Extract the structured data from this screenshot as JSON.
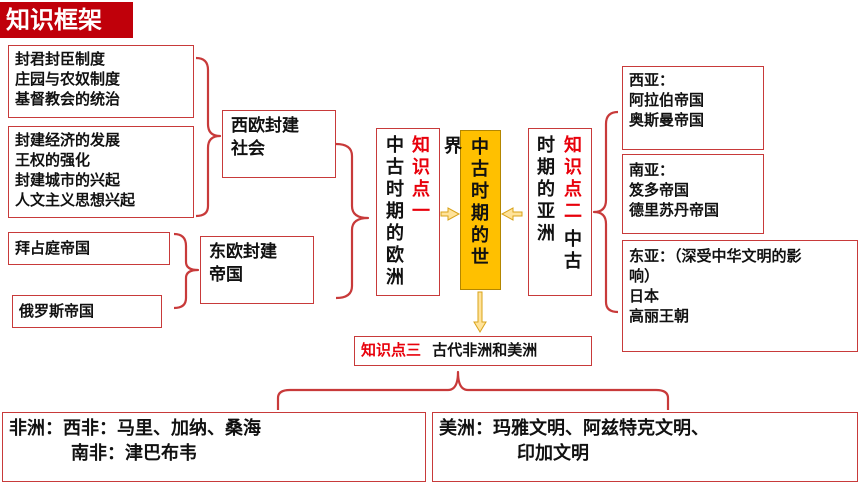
{
  "title": "知识框架",
  "left": {
    "group1": [
      "封君封臣制度",
      "庄园与农奴制度",
      "基督教会的统治"
    ],
    "group2": [
      "封建经济的发展",
      "王权的强化",
      "封建城市的兴起",
      "人文主义思想兴起"
    ],
    "byzantine": "拜占庭帝国",
    "russia": "俄罗斯帝国",
    "western": [
      "西欧封建",
      "社会"
    ],
    "eastern": [
      "东欧封建",
      "帝国"
    ]
  },
  "knowledge1": {
    "label": "知识点一",
    "topic": "中古时期的欧洲"
  },
  "center": {
    "text": "中古时期的世",
    "overflow": "界"
  },
  "knowledge2": {
    "topic_a": "中古",
    "label": "知识点二",
    "topic_b": "时期的亚洲"
  },
  "right": {
    "west_asia": [
      "西亚：",
      "阿拉伯帝国",
      "奥斯曼帝国"
    ],
    "south_asia": [
      "南亚：",
      "笈多帝国",
      "德里苏丹帝国"
    ],
    "east_asia": [
      "东亚：（深受中华文明的影",
      "响）",
      "日本",
      "高丽王朝"
    ]
  },
  "knowledge3": {
    "label": "知识点三",
    "topic": "古代非洲和美洲"
  },
  "africa": [
    "非洲：西非：马里、加纳、桑海",
    "南非：津巴布韦"
  ],
  "america": [
    "美洲：玛雅文明、阿兹特克文明、",
    "印加文明"
  ],
  "colors": {
    "accent": "#c0000a",
    "highlight": "#e8000b",
    "center_fill": "#ffc000",
    "border": "#c83a3a"
  }
}
